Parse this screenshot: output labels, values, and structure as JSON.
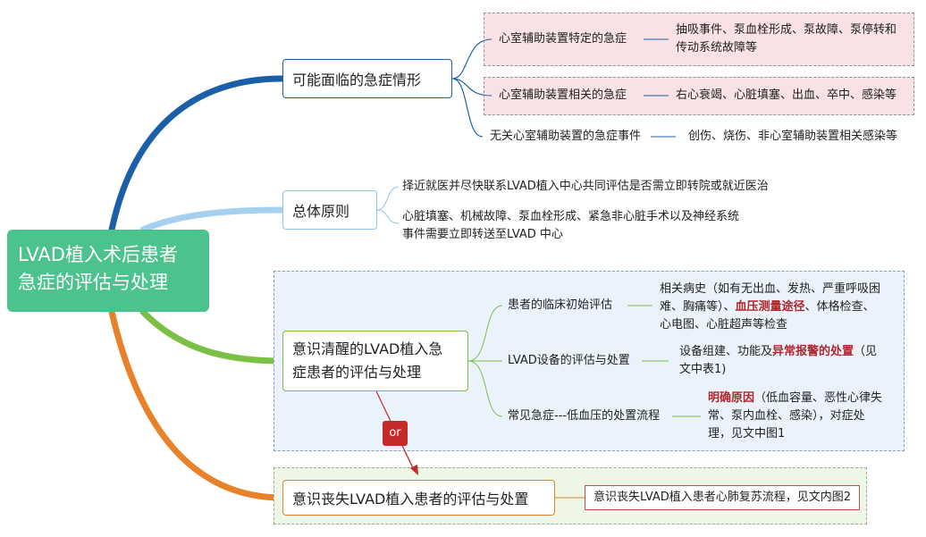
{
  "root": {
    "line1": "LVAD植入术后患者",
    "line2": "急症的评估与处理"
  },
  "branch1": {
    "title": "可能面临的急症情形",
    "item1": {
      "label": "心室辅助装置特定的急症",
      "detail_line1": "抽吸事件、泵血栓形成、泵故障、泵停转和",
      "detail_line2": "传动系统故障等"
    },
    "item2": {
      "label": "心室辅助装置相关的急症",
      "detail": "右心衰竭、心脏填塞、出血、卒中、感染等"
    },
    "item3": {
      "label": "无关心室辅助装置的急症事件",
      "detail": "创伤、烧伤、非心室辅助装置相关感染等"
    }
  },
  "branch2": {
    "title": "总体原则",
    "item1": "择近就医并尽快联系LVAD植入中心共同评估是否需立即转院或就近医治",
    "item2_line1": "心脏填塞、机械故障、泵血栓形成、紧急非心脏手术以及神经系统",
    "item2_line2": "事件需要立即转送至LVAD 中心"
  },
  "branch3": {
    "title_line1": "意识清醒的LVAD植入急",
    "title_line2": "症患者的评估与处理",
    "item1": {
      "label": "患者的临床初始评估",
      "line1": "相关病史（如有无出血、发热、严重呼吸困",
      "line2_a": "难、胸痛等）、",
      "line2_red": "血压测量途径",
      "line2_b": "、体格检查、",
      "line3": "心电图、心脏超声等检查"
    },
    "item2": {
      "label": "LVAD设备的评估与处置",
      "line1_a": "设备组建、功能及",
      "line1_red": "异常报警的处置",
      "line1_b": "（见",
      "line2": "文中表1)"
    },
    "item3": {
      "label": "常见急症---低血压的处置流程",
      "line1_red": "明确原因",
      "line1_b": "（低血容量、恶性心律失",
      "line2": "常、泵内血栓、感染），对症处",
      "line3": "理，见文中图1"
    }
  },
  "or_label": "or",
  "branch4": {
    "title": "意识丧失LVAD植入患者的评估与处置",
    "detail": "意识丧失LVAD植入患者心肺复苏流程，见文内图2"
  },
  "colors": {
    "root": "#4cc28d",
    "branch1": "#1a5fa8",
    "branch2": "#8fc2ea",
    "branch3": "#7cbf45",
    "branch4": "#e8822a",
    "highlight": "#b0262a"
  }
}
